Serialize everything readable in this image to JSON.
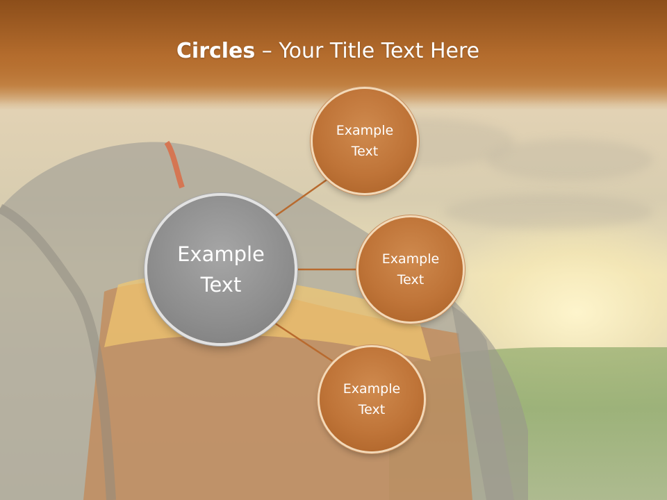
{
  "title": {
    "bold": "Circles",
    "rest": " – Your Title Text Here"
  },
  "center_circle": {
    "text": "Example Text"
  },
  "outer_circles": [
    {
      "text": "Example Text"
    },
    {
      "text": "Example Text"
    },
    {
      "text": "Example Text"
    }
  ],
  "colors": {
    "accent": "#bf7438",
    "center": "#8d8d8d",
    "connector": "#b86a2e",
    "title_bar": "#8c4f1c"
  }
}
